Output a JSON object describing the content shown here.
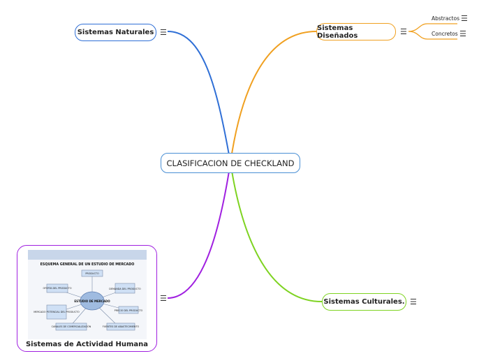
{
  "central": {
    "label": "CLASIFICACION DE CHECKLAND"
  },
  "branches": {
    "naturales": {
      "label": "Sistemas Naturales",
      "color": "#2f6fd6"
    },
    "disenados": {
      "label": "Sistemas Diseñados",
      "color": "#f0a020",
      "children": [
        {
          "label": "Abstractos"
        },
        {
          "label": "Concretos"
        }
      ]
    },
    "culturales": {
      "label": "Sistemas Culturales.",
      "color": "#7ed321"
    },
    "actividad": {
      "label": "Sistemas de Actividad Humana",
      "color": "#a020e0"
    }
  },
  "embedded_image": {
    "title": "ESQUEMA GENERAL DE UN ESTUDIO DE MERCADO",
    "center": "ESTUDIO DE MERCADO",
    "boxes": [
      "PRODUCTO",
      "DEMANDA DEL PRODUCTO",
      "PRECIO DEL PRODUCTO",
      "FUENTES DE ABASTECIMIENTO",
      "CANALES DE COMERCIALIZACIÓN",
      "MERCADO POTENCIAL DEL PRODUCTO",
      "OFERTA DEL PRODUCTO"
    ]
  },
  "menu_glyph": "☰"
}
